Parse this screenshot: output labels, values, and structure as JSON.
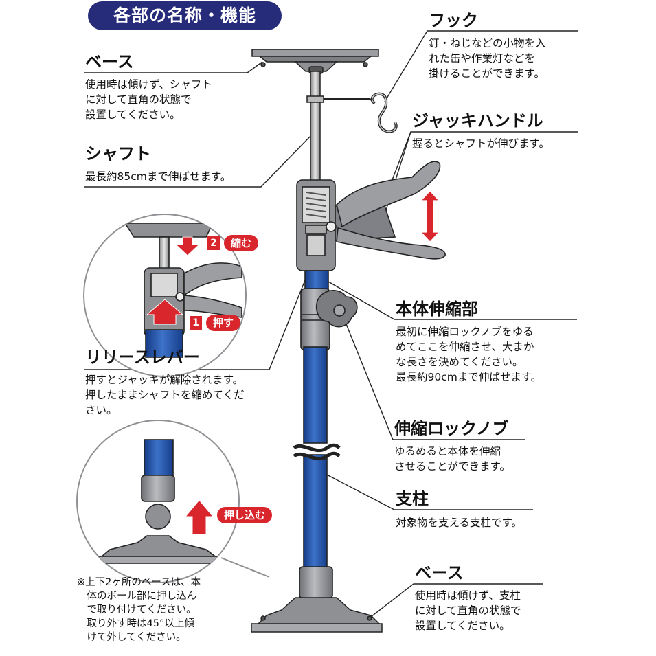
{
  "heading": "各部の名称・機能",
  "parts": {
    "base_top": {
      "label": "ベース",
      "desc": "使用時は傾けず、シャフト\nに対して直角の状態で\n設置してください。"
    },
    "shaft": {
      "label": "シャフト",
      "desc": "最長約85cmまで伸ばせます。"
    },
    "release": {
      "label": "リリースレバー",
      "desc": "押すとジャッキが解除されます。\n押したままシャフトを縮めてくだ\nさい。"
    },
    "hook": {
      "label": "フック",
      "desc": "釘・ねじなどの小物を入\nれた缶や作業灯などを\n掛けることができます。"
    },
    "jack": {
      "label": "ジャッキハンドル",
      "desc": "握るとシャフトが伸びます。"
    },
    "body": {
      "label": "本体伸縮部",
      "desc": "最初に伸縮ロックノブをゆる\nめてここを伸縮させ、大まか\nな長さを決めてください。\n最長約90cmまで伸ばせます。"
    },
    "knob": {
      "label": "伸縮ロックノブ",
      "desc": "ゆるめると本体を伸縮\nさせることができます。"
    },
    "pillar": {
      "label": "支柱",
      "desc": "対象物を支える支柱です。"
    },
    "base_bottom": {
      "label": "ベース",
      "desc": "使用時は傾けず、支柱\nに対して直角の状態で\n設置してください。"
    }
  },
  "release_detail": {
    "step2_num": "2",
    "step2_label": "縮む",
    "step1_num": "1",
    "step1_label": "押す"
  },
  "base_detail": {
    "tag": "押し込む"
  },
  "note": "※上下2ヶ所のベースは、本\n　体のボール部に押し込ん\n　で取り付けてください。\n　取り外す時は45°以上傾\n　けて外してください。",
  "colors": {
    "navy": "#272c7a",
    "blue": "#1e4fa3",
    "red": "#d8262c",
    "gray": "#8e9094",
    "dark": "#222222"
  }
}
